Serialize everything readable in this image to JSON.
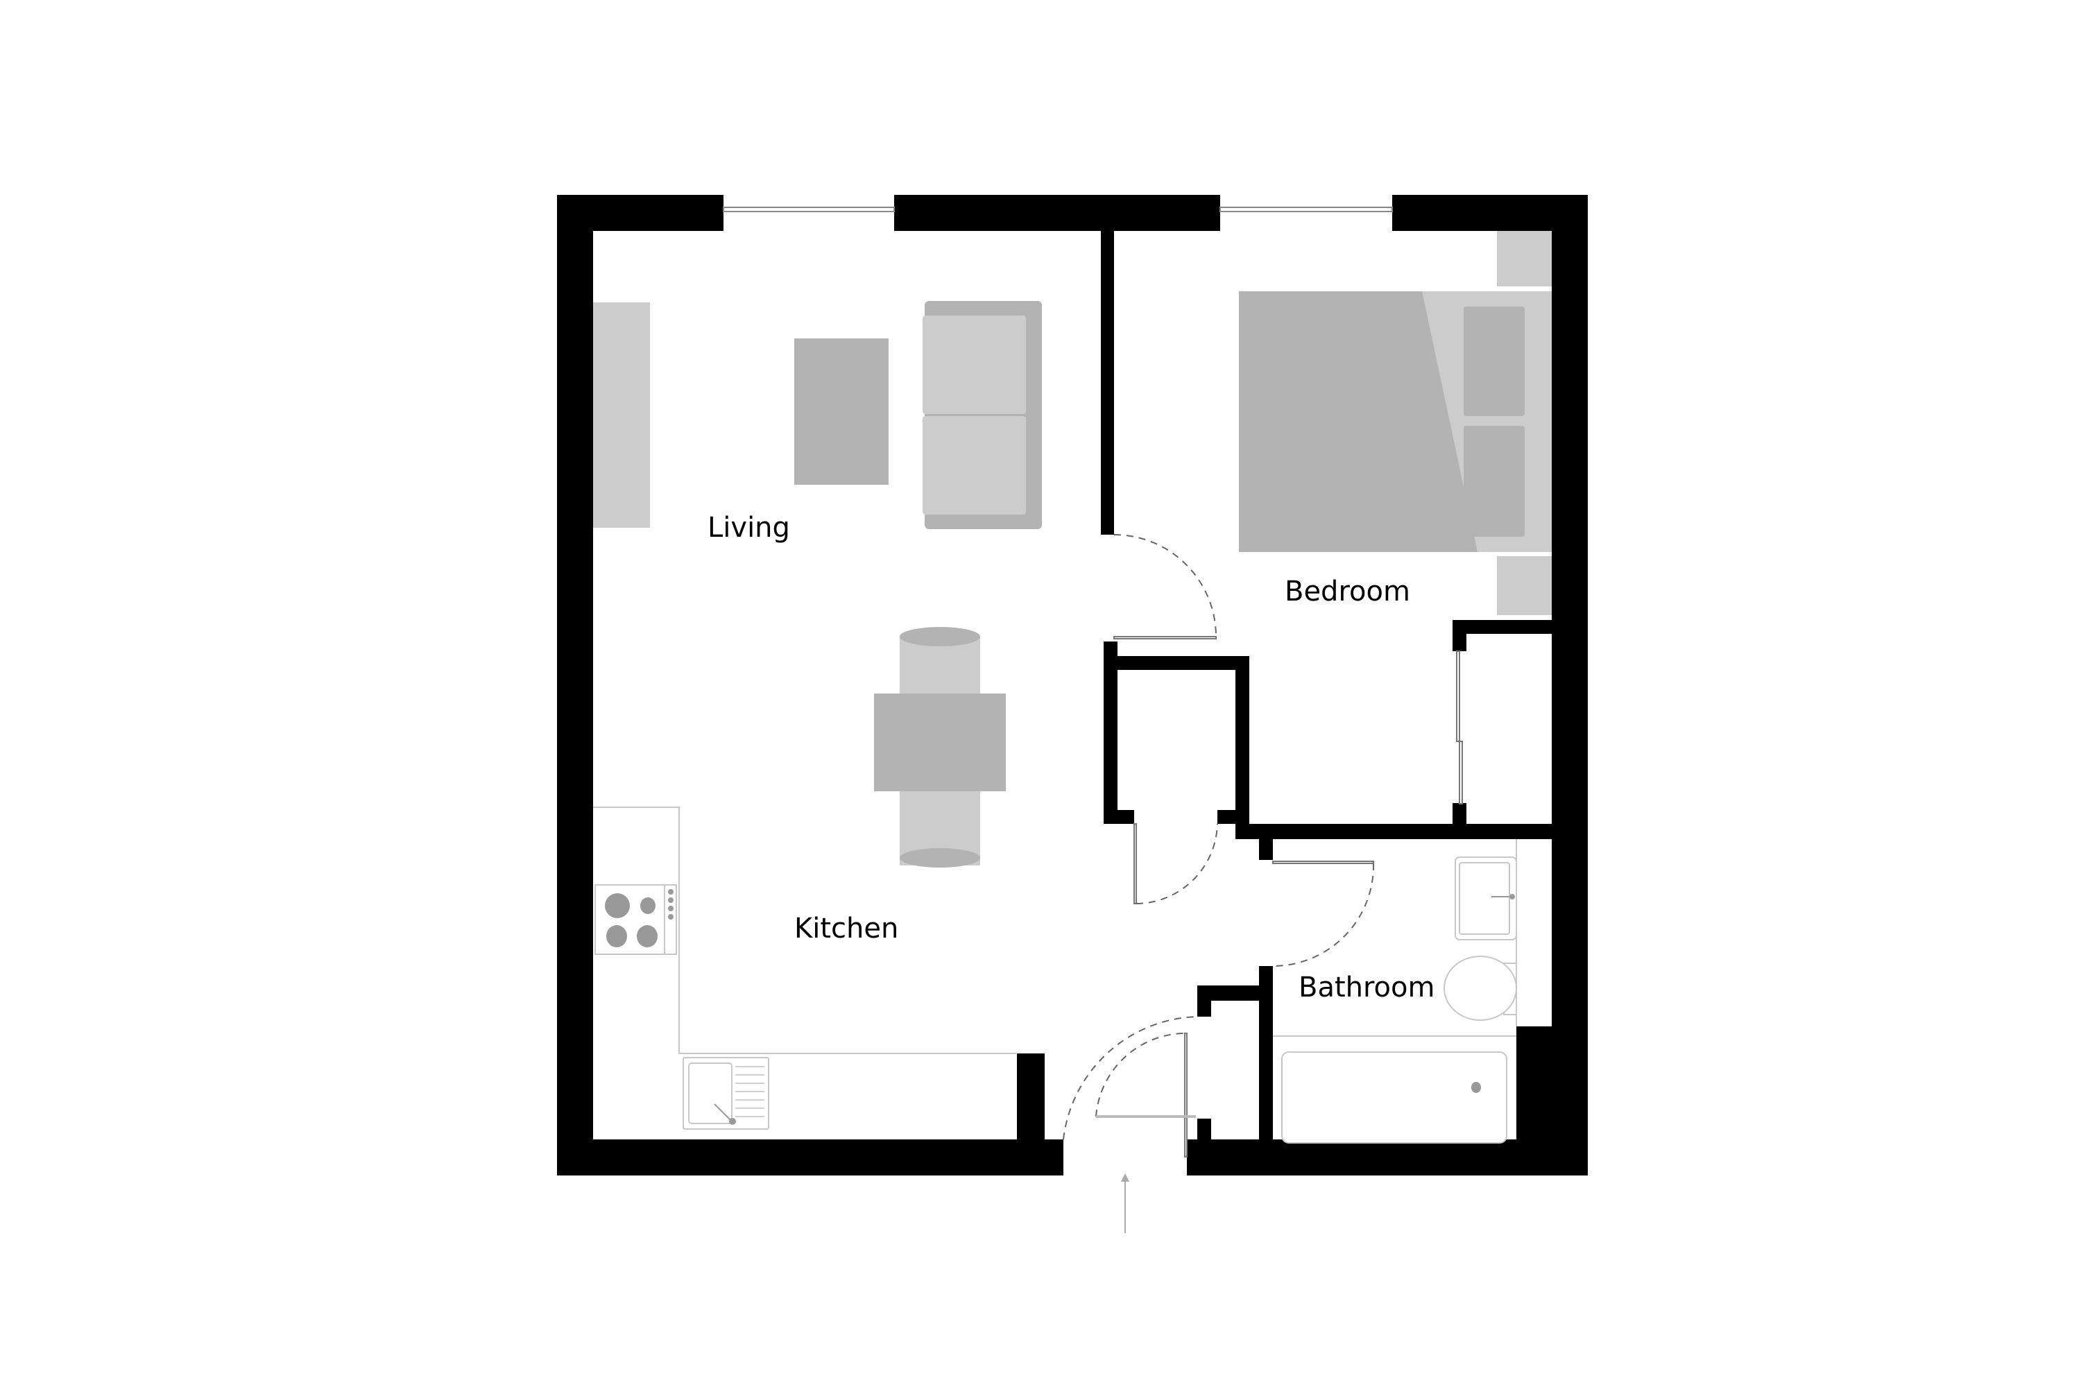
{
  "plan": {
    "type": "floor-plan",
    "background": "#ffffff",
    "wall_color": "#000000",
    "furniture_dark": "#b3b3b3",
    "furniture_light": "#cccccc",
    "fixture_stroke": "#c8c8c8"
  },
  "rooms": [
    {
      "id": "living",
      "label": "Living"
    },
    {
      "id": "bedroom",
      "label": "Bedroom"
    },
    {
      "id": "kitchen",
      "label": "Kitchen"
    },
    {
      "id": "bathroom",
      "label": "Bathroom"
    }
  ],
  "furniture": {
    "living": [
      "tv-unit",
      "coffee-table",
      "sofa"
    ],
    "kitchen": [
      "dining-table",
      "dining-bench-top",
      "dining-bench-bottom",
      "hob",
      "sink",
      "worktop"
    ],
    "bedroom": [
      "double-bed",
      "pillow-top",
      "pillow-bottom",
      "nightstand-top",
      "nightstand-bottom",
      "wardrobe"
    ],
    "bathroom": [
      "washbasin",
      "toilet",
      "bathtub"
    ]
  },
  "entrance": {
    "icon": "entrance-arrow-icon"
  }
}
